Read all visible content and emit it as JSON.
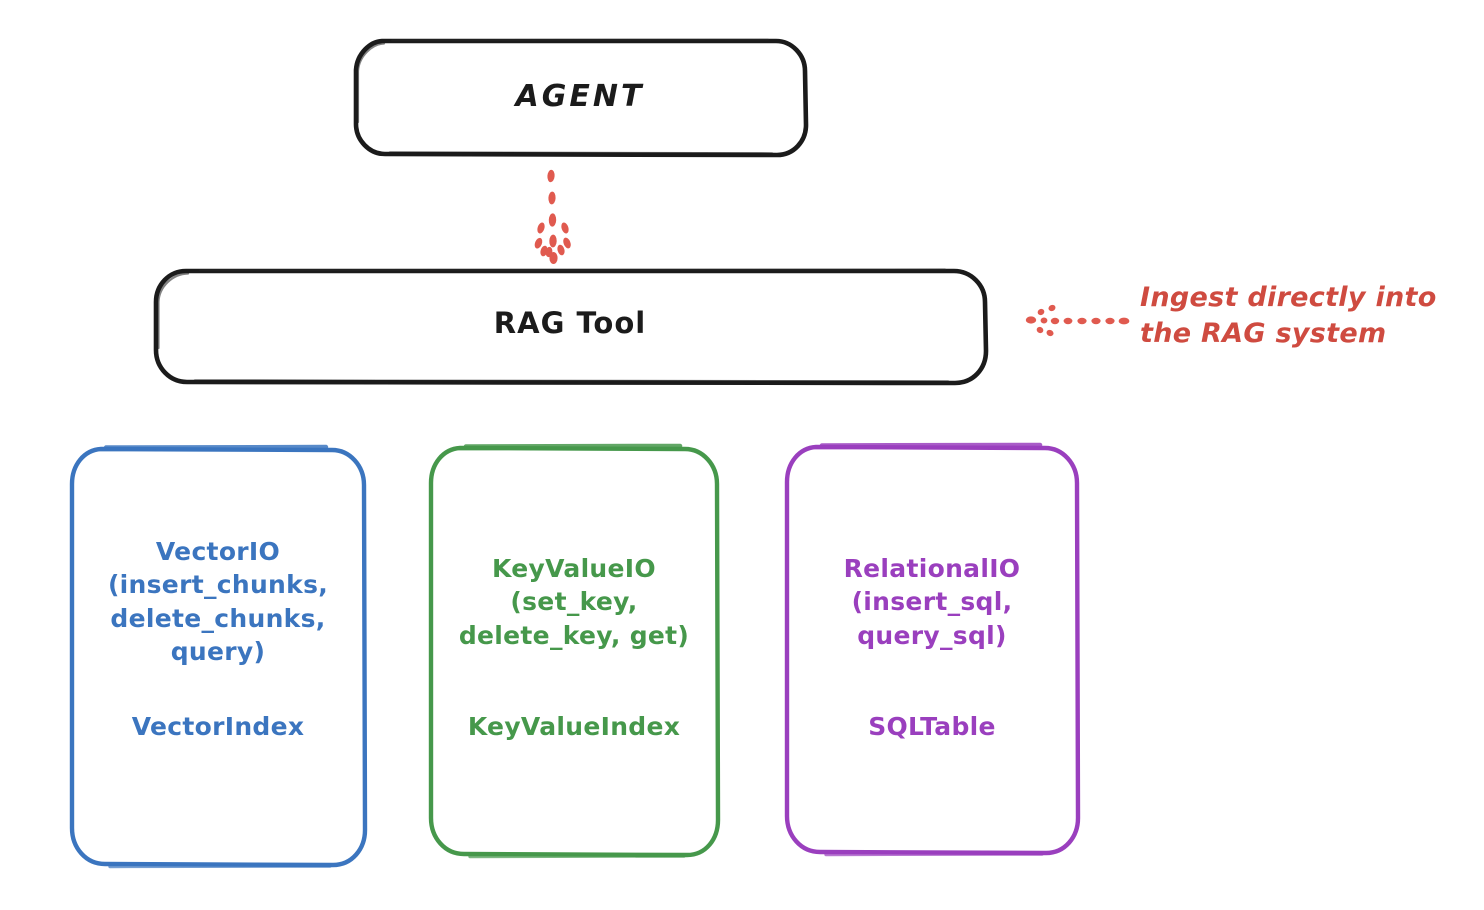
{
  "diagram": {
    "title": "RAG Tool architecture",
    "background": "#ffffff",
    "nodes": {
      "agent": {
        "label": "AGENT",
        "stroke": "#1b1b1b",
        "fill": "#ffffff"
      },
      "rag_tool": {
        "label": "RAG Tool",
        "stroke": "#1b1b1b",
        "fill": "#ffffff"
      },
      "vector_io": {
        "methods": "VectorIO\n(insert_chunks,\ndelete_chunks,\nquery)",
        "index": "VectorIndex",
        "color": "#3b75bf"
      },
      "key_value_io": {
        "methods": "KeyValueIO\n(set_key,\ndelete_key, get)",
        "index": "KeyValueIndex",
        "color": "#46984b"
      },
      "relational_io": {
        "methods": "RelationalIO\n(insert_sql,\nquery_sql)",
        "index": "SQLTable",
        "color": "#9a3fbe"
      }
    },
    "annotations": {
      "ingest_note": {
        "text": "Ingest directly into\nthe RAG system",
        "color": "#cf4b40"
      }
    },
    "connectors": {
      "agent_to_rag": {
        "style": "dotted-arrow-down",
        "color": "#e05a4f"
      },
      "note_to_rag": {
        "style": "dotted-arrow-left",
        "color": "#e05a4f"
      }
    }
  }
}
